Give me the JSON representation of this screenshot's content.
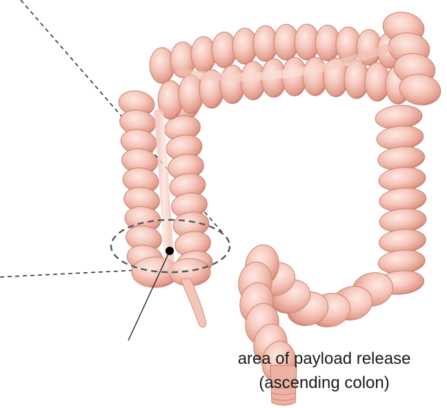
{
  "caption": {
    "line1": "area of payload release",
    "line2": "(ascending colon)"
  },
  "colors": {
    "tissue_light": "#f6c8bd",
    "tissue_mid": "#eca594",
    "tissue_dark": "#c47466",
    "highlight": "#fde9e3",
    "ellipse_stroke": "#555555",
    "guide_line": "#333333",
    "marker": "#000000"
  },
  "illustration": {
    "subject": "large intestine (colon)",
    "annotated_region": "ascending colon"
  }
}
